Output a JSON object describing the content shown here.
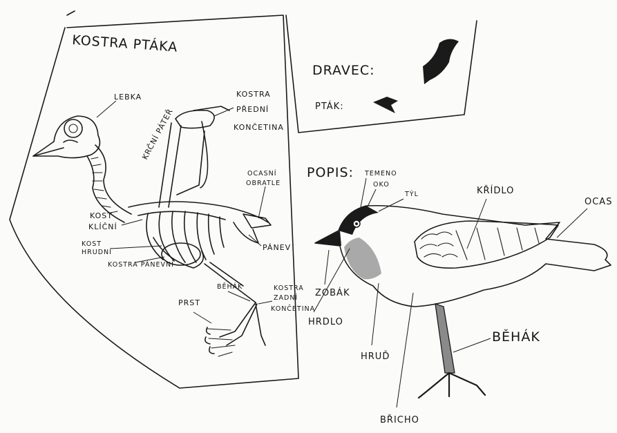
{
  "skeleton_panel": {
    "title": "KOSTRA PTÁKA",
    "labels": {
      "lebka": "LEBKA",
      "krcni_pater": "KRČNÍ PÁTEŘ",
      "predni_koncetina_1": "KOSTRA",
      "predni_koncetina_2": "PŘEDNÍ",
      "predni_koncetina_3": "KONČETINA",
      "ocasni_obratle_1": "OCASNÍ",
      "ocasni_obratle_2": "OBRATLE",
      "kost_klicni_1": "KOST",
      "kost_klicni_2": "KLÍČNÍ",
      "kost_hrudni_1": "KOST",
      "kost_hrudni_2": "HRUDNÍ",
      "kost_pankove": "KOSTRA PÁNEVNÍ",
      "panev": "PÁNEV",
      "behak": "BĚHÁK",
      "prst": "PRST",
      "zadni_koncetina_1": "KOSTRA",
      "zadni_koncetina_2": "ZADNÍ",
      "zadni_koncetina_3": "KONČETINA"
    }
  },
  "legend_panel": {
    "dravec": "DRAVEC:",
    "ptak": "PTÁK:"
  },
  "description_panel": {
    "title": "POPIS:",
    "labels": {
      "temeno": "TEMENO",
      "oko": "OKO",
      "tyl": "TÝL",
      "kridlo": "KŘÍDLO",
      "ocas": "OCAS",
      "zobak": "ZOBÁK",
      "hrdlo": "HRDLO",
      "hrud": "HRUĎ",
      "bricho": "BŘICHO",
      "behak": "BĚHÁK"
    }
  },
  "colors": {
    "ink": "#1a1a1a",
    "paper": "#fbfbfa",
    "leg_gray": "#8a8a8a",
    "throat_gray": "#9a9a9a"
  }
}
